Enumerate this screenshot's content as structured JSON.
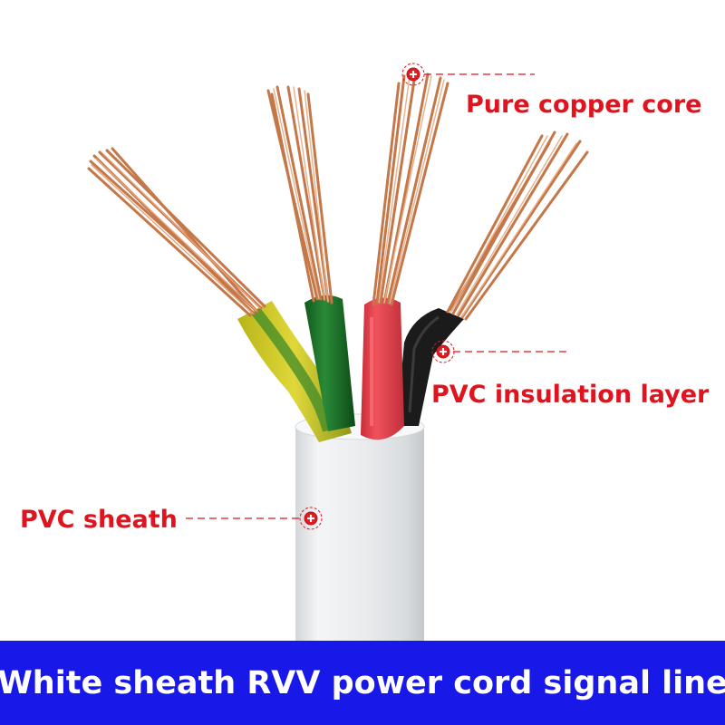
{
  "labels": {
    "copper_core": "Pure copper core",
    "insulation": "PVC insulation layer",
    "sheath": "PVC sheath"
  },
  "banner": {
    "title": "White sheath RVV power cord signal line"
  },
  "colors": {
    "callout_red": "#e0141e",
    "banner_blue": "#1818e8",
    "sheath_white": "#eef0f2",
    "copper": "#c4784a",
    "wire_yellow_green": "#c8c21e",
    "wire_green": "#1f7a2c",
    "wire_red": "#e2404a",
    "wire_black": "#1b1b1b"
  },
  "icons": {
    "marker": "plus-circle-icon"
  }
}
